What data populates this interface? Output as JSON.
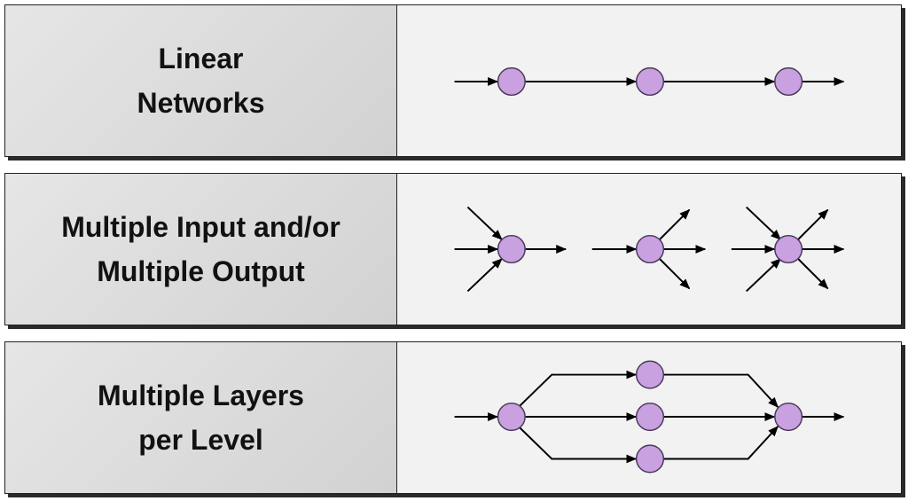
{
  "rows": [
    {
      "label_lines": [
        "Linear",
        "Networks"
      ]
    },
    {
      "label_lines": [
        "Multiple Input and/or",
        "Multiple Output"
      ]
    },
    {
      "label_lines": [
        "Multiple Layers",
        "per Level"
      ]
    }
  ],
  "colors": {
    "node_fill": "#c9a0e0",
    "node_stroke": "#4a3a5a",
    "edge": "#000000"
  }
}
